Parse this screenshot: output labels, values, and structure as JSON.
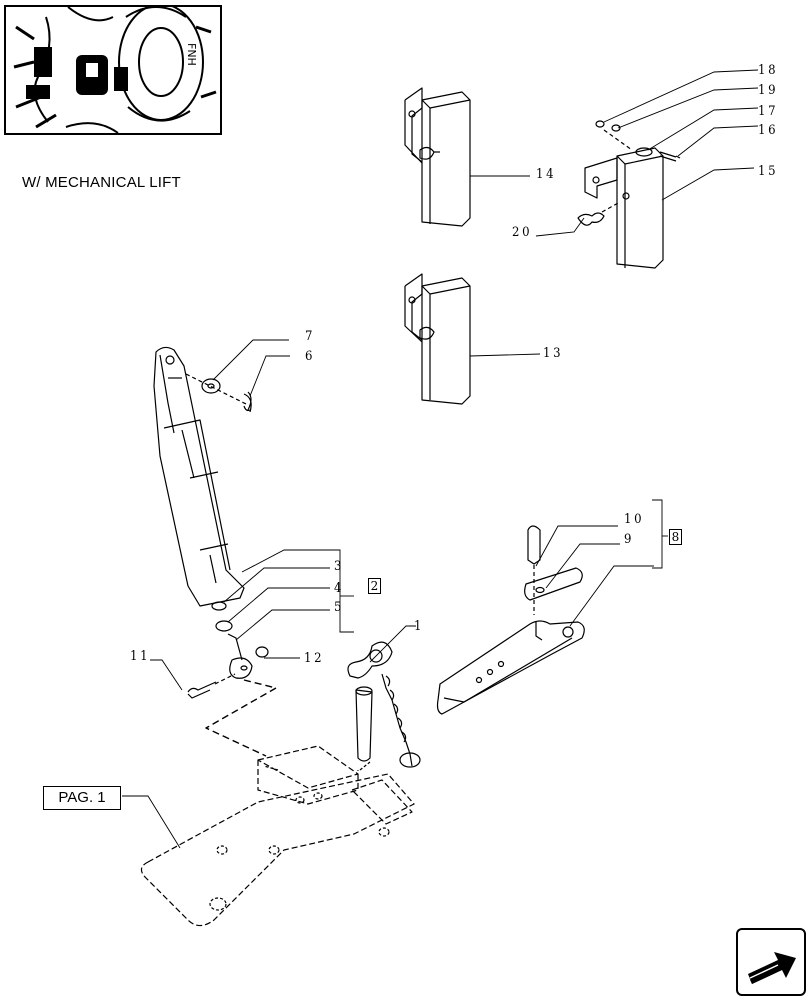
{
  "caption": "W/ MECHANICAL LIFT",
  "page_ref": "PAG. 1",
  "callouts": {
    "c1": "1",
    "c2": "2",
    "c3": "3",
    "c4": "4",
    "c5": "5",
    "c6": "6",
    "c7": "7",
    "c8": "8",
    "c9": "9",
    "c10": "10",
    "c11": "11",
    "c12": "12",
    "c13": "13",
    "c14": "14",
    "c15": "15",
    "c16": "16",
    "c17": "17",
    "c18": "18",
    "c19": "19",
    "c20": "20"
  },
  "icons": {
    "thumbnail": "tractor-rear-thumbnail",
    "nav": "next-page-arrow-icon"
  }
}
